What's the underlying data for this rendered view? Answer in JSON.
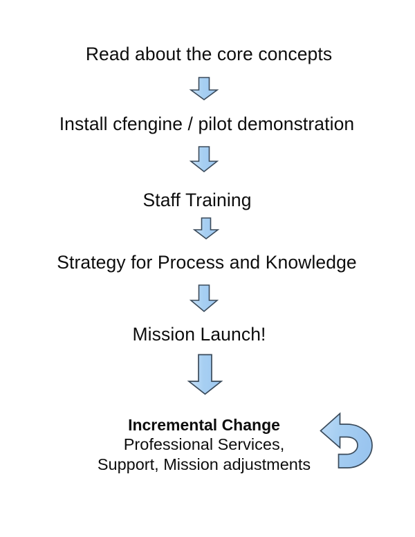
{
  "diagram": {
    "title": "cfengine adoption roadmap flow",
    "background_color": "#ffffff",
    "arrow_fill_color": "#a7cff2",
    "arrow_fill_color_light": "#c9e2f8",
    "arrow_stroke_color": "#3a4a5a",
    "text_color": "#0d0d0d",
    "steps": [
      {
        "id": "step-1",
        "label": "Read about the core concepts"
      },
      {
        "id": "step-2",
        "label": "Install cfengine / pilot demonstration"
      },
      {
        "id": "step-3",
        "label": "Staff Training"
      },
      {
        "id": "step-4",
        "label": "Strategy for Process and Knowledge"
      },
      {
        "id": "step-5",
        "label": "Mission Launch!"
      }
    ],
    "final_step": {
      "id": "step-6",
      "heading": "Incremental Change",
      "line_2": "Professional Services,",
      "line_3": "Support, Mission adjustments"
    },
    "connectors": [
      {
        "id": "connector-1",
        "from": "step-1",
        "to": "step-2",
        "icon": "down-arrow-icon"
      },
      {
        "id": "connector-2",
        "from": "step-2",
        "to": "step-3",
        "icon": "down-arrow-icon"
      },
      {
        "id": "connector-3",
        "from": "step-3",
        "to": "step-4",
        "icon": "down-arrow-icon"
      },
      {
        "id": "connector-4",
        "from": "step-4",
        "to": "step-5",
        "icon": "down-arrow-icon"
      },
      {
        "id": "connector-5",
        "from": "step-5",
        "to": "step-6",
        "icon": "down-arrow-icon"
      }
    ],
    "loop_indicator": {
      "id": "loop-arrow",
      "icon": "curved-loop-arrow-icon",
      "meaning": "repeat"
    }
  }
}
